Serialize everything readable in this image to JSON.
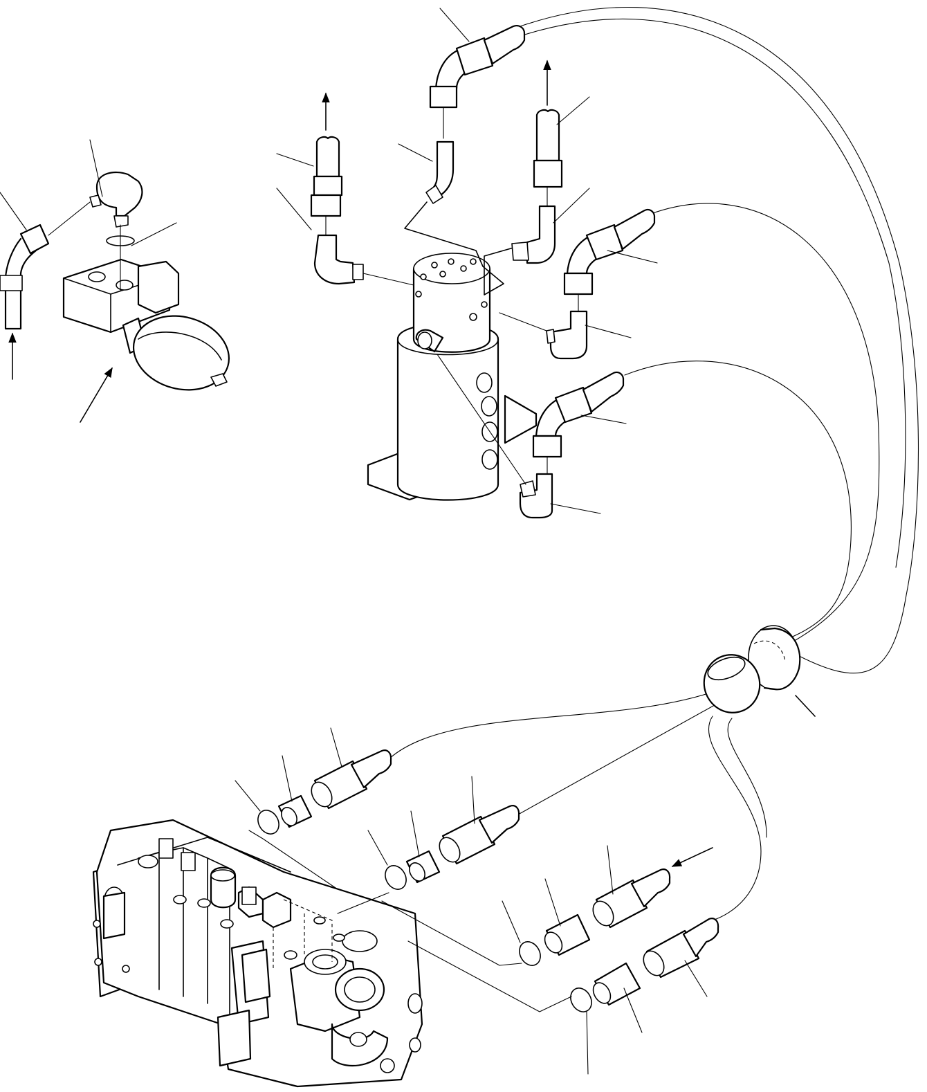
{
  "diagram": {
    "components": [
      {
        "name": "accumulator-solenoid-valve"
      },
      {
        "name": "swivel-joint"
      },
      {
        "name": "control-valve-block"
      },
      {
        "name": "hose-clamp"
      }
    ],
    "flow_arrows": 5,
    "leader_lines": 27
  }
}
